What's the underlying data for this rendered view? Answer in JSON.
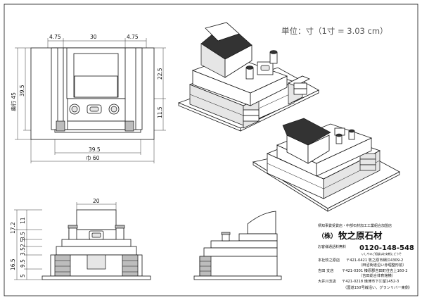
{
  "sheet": {
    "unit_note": "単位：寸（1寸 = 3.03 cm）"
  },
  "plan_view": {
    "dim_left": "4.75",
    "dim_center": "30",
    "dim_right": "4.75",
    "dim_height_outer": "奥行 45",
    "dim_height_inner": "39.5",
    "dim_upper": "22.5",
    "dim_lower": "11.5",
    "dim_width_inner": "39.5",
    "dim_width_outer": "巾 60"
  },
  "front_view": {
    "dim_top_width": "20",
    "dim_vertical": [
      "17.2",
      "11",
      "3.5",
      "2.5",
      "3.5",
      "16.5",
      "9.5",
      "5"
    ]
  },
  "company": {
    "tagline": "県知事賞受賞店・中部石材加工工業組合加盟店",
    "name_prefix": "（株）",
    "name": "牧之原石材",
    "free_call_label": "お客様通話料無料",
    "phone": "0120-148-548",
    "phone_note": "いしやのご相談はお気軽にどうぞ",
    "branches": [
      {
        "name": "本社牧之原店",
        "address": "〒421-0421 牧之原市細江4309-2",
        "note": "（田沼街道沿い赤堀整形前）"
      },
      {
        "name": "吉田 支店",
        "address": "〒421-0301 榛原郡吉田町住吉上160-2",
        "note": "（吉田総合体育館横）"
      },
      {
        "name": "大井川支店",
        "address": "〒421-0218 焼津市下江留1452-3",
        "note": "（国道150号線沿い、グランリバー東側）"
      }
    ]
  }
}
